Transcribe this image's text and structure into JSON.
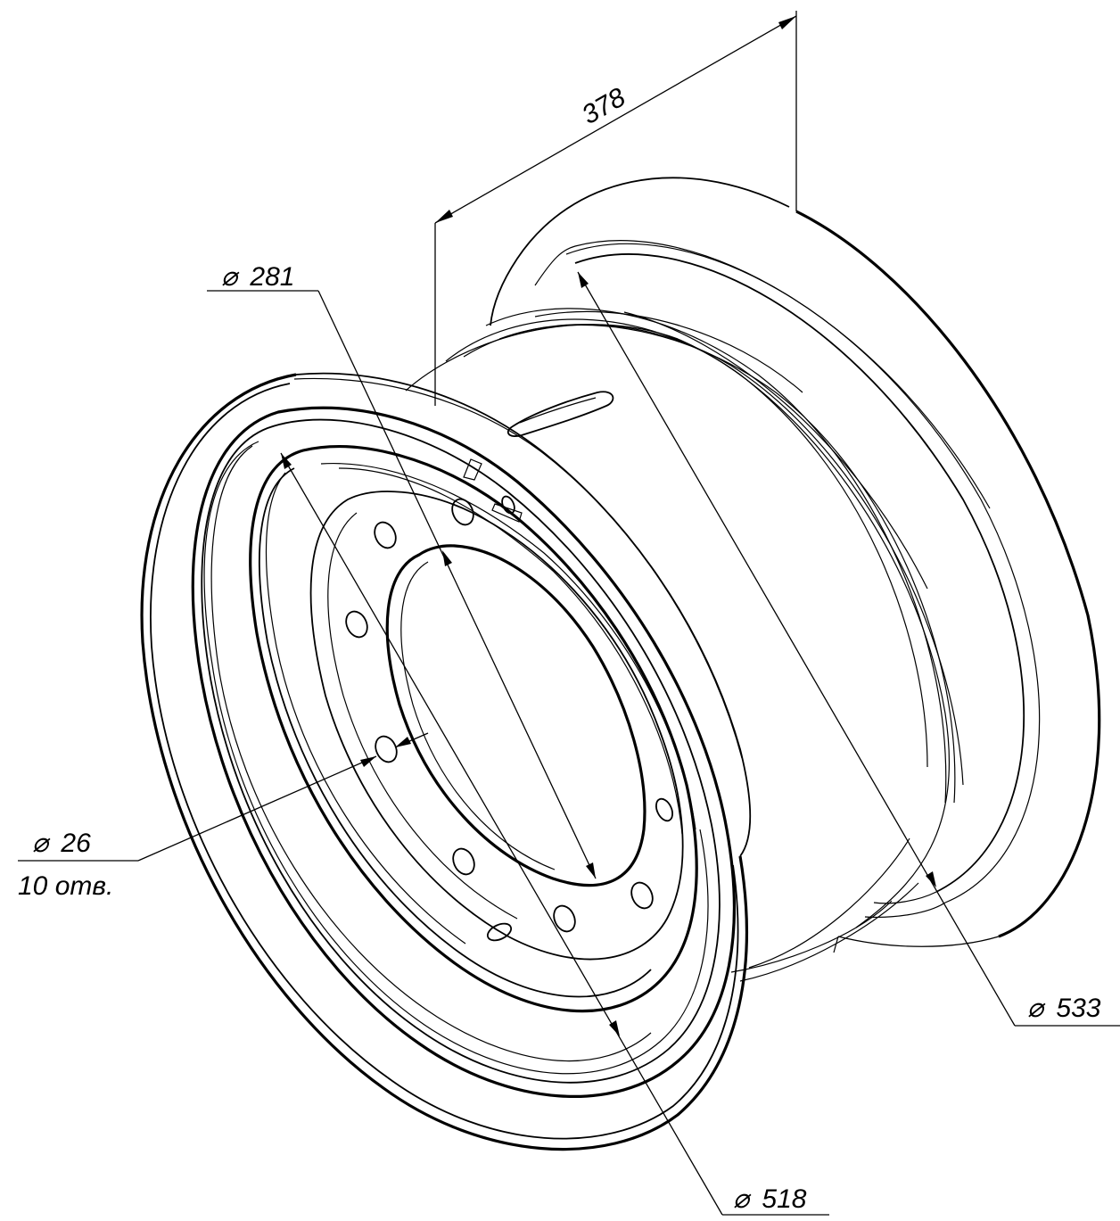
{
  "drawing": {
    "labels": {
      "overall_width": "378",
      "hub_bore_diameter": "281",
      "bolt_hole_diameter": "26",
      "bolt_hole_count": "10 отв.",
      "inner_rim_diameter": "518",
      "outer_rim_diameter": "533"
    },
    "diameter_symbol": "⌀",
    "line_color": "#000000",
    "background_color": "#ffffff"
  }
}
